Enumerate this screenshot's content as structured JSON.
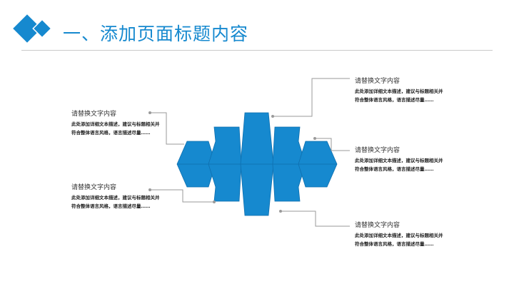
{
  "header": {
    "title": "一、添加页面标题内容"
  },
  "colors": {
    "accent": "#1689cf",
    "line": "#9a9a9a"
  },
  "items": [
    {
      "title": "请替换文字内容",
      "desc": "此处添加详细文本描述，建议与标题相关并符合整体语言风格，语言描述尽量……"
    },
    {
      "title": "请替换文字内容",
      "desc": "此处添加详细文本描述，建议与标题相关并符合整体语言风格，语言描述尽量……"
    },
    {
      "title": "请替换文字内容",
      "desc": "此处添加详细文本描述，建议与标题相关并符合整体语言风格，语言描述尽量……"
    },
    {
      "title": "请替换文字内容",
      "desc": "此处添加详细文本描述，建议与标题相关并符合整体语言风格，语言描述尽量……"
    },
    {
      "title": "请替换文字内容",
      "desc": "此处添加详细文本描述，建议与标题相关并符合整体语言风格，语言描述尽量……"
    }
  ]
}
